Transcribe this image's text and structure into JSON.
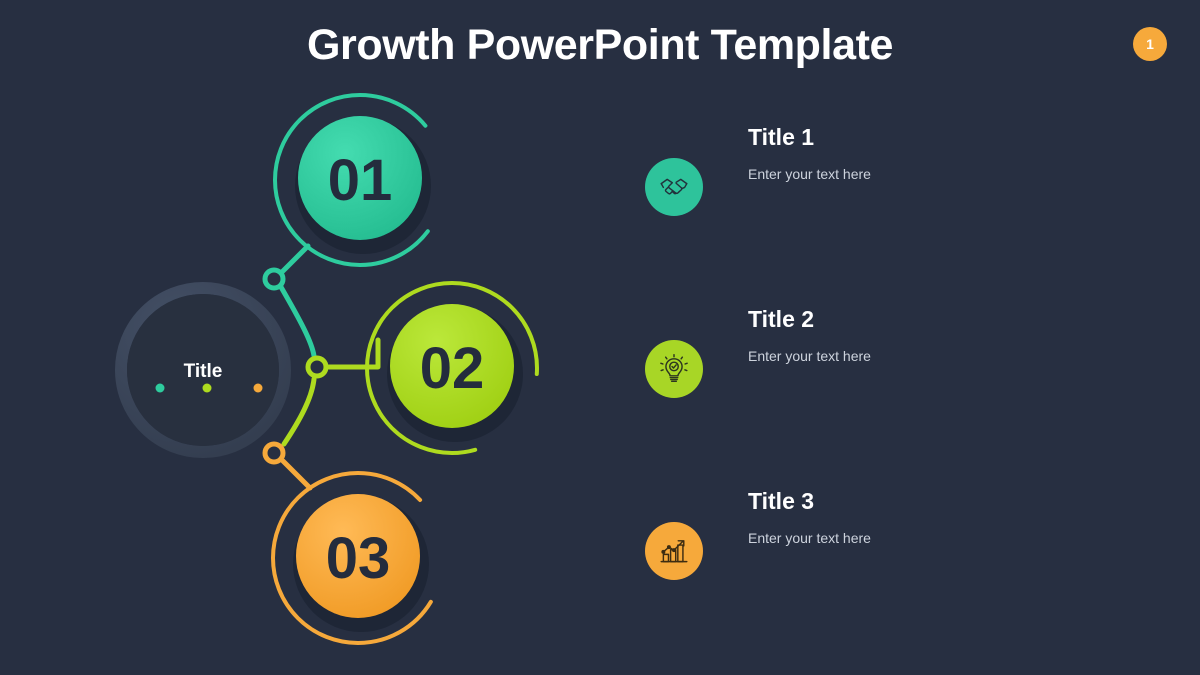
{
  "slide": {
    "title": "Growth PowerPoint Template",
    "badge_number": "1",
    "background_color": "#272f41"
  },
  "diagram": {
    "center": {
      "label": "Title",
      "ring_color": "#3a4557",
      "dot_colors": [
        "#2ecc9e",
        "#aedb1f",
        "#f6a93b"
      ]
    },
    "nodes": [
      {
        "number": "01",
        "color": "#2ecc9e",
        "text_color": "#242c3d"
      },
      {
        "number": "02",
        "color": "#aedb1f",
        "text_color": "#242c3d"
      },
      {
        "number": "03",
        "color": "#f6a93b",
        "text_color": "#242c3d"
      }
    ]
  },
  "list": {
    "items": [
      {
        "title": "Title 1",
        "description": "Enter your text here",
        "icon": "handshake-icon",
        "color": "#2ec39b"
      },
      {
        "title": "Title 2",
        "description": "Enter your text here",
        "icon": "lightbulb-check-icon",
        "color": "#a8d626"
      },
      {
        "title": "Title 3",
        "description": "Enter your text here",
        "icon": "bar-chart-growth-icon",
        "color": "#f6a93b"
      }
    ]
  }
}
